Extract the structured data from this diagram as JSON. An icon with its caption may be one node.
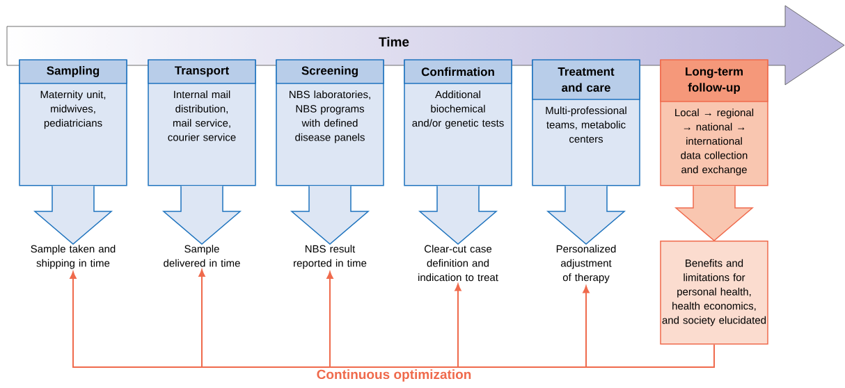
{
  "diagram": {
    "nodes": [
      {
        "text": [
          "Time"
        ]
      },
      {
        "text": [
          "Sampling",
          "Maternity unit, midwives, pediatricians"
        ]
      },
      {
        "text": [
          "Transport",
          "Internal mail distribution, mail service, courier service"
        ]
      },
      {
        "text": [
          "Screening",
          "NBS laboratories, NBS programs with defined disease panels"
        ]
      },
      {
        "text": [
          "Confirmation",
          "Additional biochemical and/or genetic tests"
        ]
      },
      {
        "text": [
          "Treatment and care",
          "Multi-professional teams, metabolic centers"
        ]
      },
      {
        "text": [
          "Long-term follow-up",
          "Local → regional → national → international data collection and exchange"
        ]
      },
      {
        "text": [
          "Sample taken and shipping in time"
        ]
      },
      {
        "text": [
          "Sample delivered in time"
        ]
      },
      {
        "text": [
          "NBS result reported in time"
        ]
      },
      {
        "text": [
          "Clear-cut case definition and indication to treat"
        ]
      },
      {
        "text": [
          "Personalized adjustment of therapy"
        ]
      },
      {
        "text": [
          "Benefits and limitations for personal health, health economics, and society elucidated"
        ]
      },
      {
        "text": [
          "Continuous optimization"
        ]
      }
    ],
    "edges": [
      {
        "from": 1,
        "to": 7,
        "arrow": "to",
        "style": "thick",
        "color": "#1e73be"
      },
      {
        "from": 2,
        "to": 8,
        "arrow": "to",
        "style": "thick",
        "color": "#1e73be"
      },
      {
        "from": 3,
        "to": 9,
        "arrow": "to",
        "style": "thick",
        "color": "#1e73be"
      },
      {
        "from": 4,
        "to": 10,
        "arrow": "to",
        "style": "thick",
        "color": "#1e73be"
      },
      {
        "from": 5,
        "to": 11,
        "arrow": "to",
        "style": "thick",
        "color": "#1e73be"
      },
      {
        "from": 6,
        "to": 12,
        "arrow": "to",
        "style": "thick",
        "color": "#ef6a4c"
      },
      {
        "from": 13,
        "to": 7,
        "arrow": "to",
        "color": "#ef6a4c"
      },
      {
        "from": 13,
        "to": 8,
        "arrow": "to",
        "color": "#ef6a4c"
      },
      {
        "from": 13,
        "to": 9,
        "arrow": "to",
        "color": "#ef6a4c"
      },
      {
        "from": 13,
        "to": 10,
        "arrow": "to",
        "color": "#ef6a4c"
      },
      {
        "from": 13,
        "to": 11,
        "arrow": "to",
        "color": "#ef6a4c"
      },
      {
        "from": 13,
        "to": 12,
        "arrow": "none",
        "color": "#ef6a4c"
      }
    ]
  }
}
